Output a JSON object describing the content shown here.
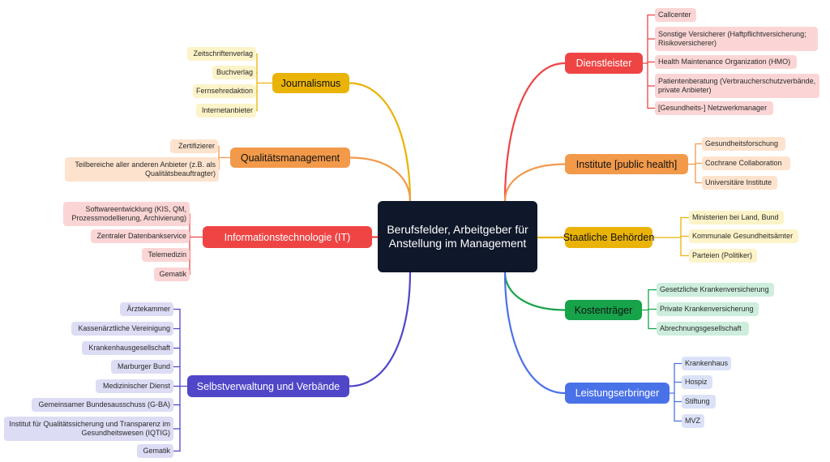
{
  "root": {
    "text": "Berufsfelder, Arbeitgeber für Anstellung im Management"
  },
  "branches": [
    {
      "id": "journalismus",
      "label": "Journalismus",
      "color": "#eab308",
      "textColor": "#111111",
      "leafBg": "#fdf3c8",
      "leaves": [
        "Zeitschriftenverlag",
        "Buchverlag",
        "Fernsehredaktion",
        "Internetanbieter"
      ]
    },
    {
      "id": "qualitaetsmanagement",
      "label": "Qualitätsmanagement",
      "color": "#f29a4a",
      "textColor": "#111111",
      "leafBg": "#fde3cd",
      "leaves": [
        "Zertifizierer",
        "Teilbereiche aller anderen Anbieter (z.B. als Qualitätsbeauftragter)"
      ]
    },
    {
      "id": "it",
      "label": "Informationstechnologie (IT)",
      "color": "#ef4444",
      "textColor": "#ffffff",
      "leafBg": "#fbd5d5",
      "leaves": [
        "Softwareentwicklung (KIS, QM, Prozessmodellierung, Archivierung)",
        "Zentraler Datenbankservice",
        "Telemedizin",
        "Gematik"
      ]
    },
    {
      "id": "selbstverwaltung",
      "label": "Selbstverwaltung und Verbände",
      "color": "#4f46c8",
      "textColor": "#ffffff",
      "leafBg": "#dcdcf5",
      "leaves": [
        "Ärztekammer",
        "Kassenärztliche Vereinigung",
        "Krankenhausgesellschaft",
        "Marburger Bund",
        "Medizinischer Dienst",
        "Gemeinsamer Bundesausschuss (G-BA)",
        "Institut für Qualitätssicherung und Transparenz im Gesundheitswesen (IQTIG)",
        "Gematik"
      ]
    },
    {
      "id": "dienstleister",
      "label": "Dienstleister",
      "color": "#ef4444",
      "textColor": "#ffffff",
      "leafBg": "#fbd5d5",
      "leaves": [
        "Callcenter",
        "Sonstige Versicherer (Haftpflichtversicherung; Risikoversicherer)",
        "Health Maintenance Organization (HMO)",
        "Patientenberatung (Verbraucherschutzverbände, private Anbieter)",
        "[Gesundheits-] Netzwerkmanager"
      ]
    },
    {
      "id": "institute",
      "label": "Institute [public health]",
      "color": "#f29a4a",
      "textColor": "#111111",
      "leafBg": "#fde3cd",
      "leaves": [
        "Gesundheitsforschung",
        "Cochrane Collaboration",
        "Universitäre Institute"
      ]
    },
    {
      "id": "behoerden",
      "label": "Staatliche Behörden",
      "color": "#eab308",
      "textColor": "#111111",
      "leafBg": "#fdf3c8",
      "leaves": [
        "Ministerien bei Land, Bund",
        "Kommunale Gesundheitsämter",
        "Parteien (Politiker)"
      ]
    },
    {
      "id": "kostentraeger",
      "label": "Kostenträger",
      "color": "#16a34a",
      "textColor": "#111111",
      "leafBg": "#cdeedd",
      "leaves": [
        "Gesetzliche Krankenversicherung",
        "Private Krankenversicherung",
        "Abrechnungsgesellschaft"
      ]
    },
    {
      "id": "leistungserbringer",
      "label": "Leistungserbringer",
      "color": "#4a72e8",
      "textColor": "#ffffff",
      "leafBg": "#dbe2f7",
      "leaves": [
        "Krankenhaus",
        "Hospiz",
        "Stiftung",
        "MVZ"
      ]
    }
  ]
}
